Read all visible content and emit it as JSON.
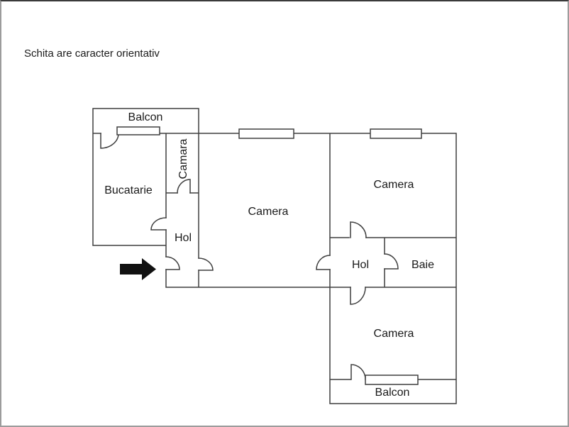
{
  "title": "Schita are caracter orientativ",
  "colors": {
    "wall": "#3f3f3f",
    "text": "#1a1a1a",
    "arrow": "#111111",
    "frame": "#9c9c9c",
    "background": "#ffffff"
  },
  "icons": {
    "entrance_arrow": "arrow-right"
  },
  "rooms": {
    "balcon_top": {
      "label": "Balcon"
    },
    "bucatarie": {
      "label": "Bucatarie"
    },
    "camara": {
      "label": "Camara"
    },
    "hol_left": {
      "label": "Hol"
    },
    "camera_mid": {
      "label": "Camera"
    },
    "camera_topright": {
      "label": "Camera"
    },
    "hol_right": {
      "label": "Hol"
    },
    "baie": {
      "label": "Baie"
    },
    "camera_bottom": {
      "label": "Camera"
    },
    "balcon_bottom": {
      "label": "Balcon"
    }
  }
}
